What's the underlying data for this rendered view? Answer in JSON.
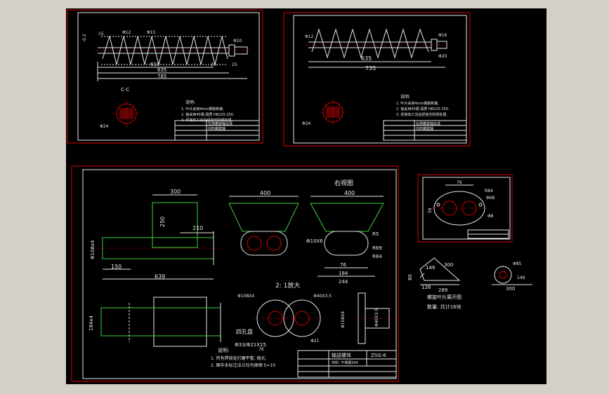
{
  "colors": {
    "background": "#000000",
    "border": "#d80000",
    "line": "#e8e8e8",
    "green": "#3cd23c",
    "chrome": "#d4d0c8"
  },
  "sheet1": {
    "dims": {
      "d1": "610",
      "d2": "635",
      "d3": "785",
      "d4": "15",
      "d5": "Φ12",
      "d6": "Φ15",
      "d7": "20",
      "d8": "25",
      "d9": "Φ10",
      "tol": "-0.2"
    },
    "section": "C-C",
    "section_dim": "Φ24",
    "notes_title": "说明:",
    "notes": [
      "1. 叶片采用4mm钢板制做,",
      "2. 轴采用45钢,调质 HB225-250.",
      "3. 焊接加工完后经抛光防锈处理."
    ],
    "tb_title": "左侧螺旋轴总成",
    "tb_sub": "出料螺旋轴"
  },
  "sheet2": {
    "dims": {
      "d1": "635",
      "d2": "735",
      "d3": "Φ12",
      "d4": "Φ16",
      "d5": "Φ20"
    },
    "section_dim": "Φ24",
    "notes_title": "说明:",
    "notes": [
      "1. 叶片采用4mm钢板制做,",
      "2. 轴采用45钢 调质 HB225-250.",
      "3. 焊接加工完后经抛光防锈处理."
    ],
    "tb_title": "右侧螺旋轴总成",
    "tb_sub": "出料螺旋轴"
  },
  "sheet3": {
    "dims": {
      "w300": "300",
      "h250": "250",
      "w210": "210",
      "d108": "Φ108x4",
      "w150": "150",
      "w639": "639",
      "d184": "184x4",
      "w400a": "400",
      "w400b": "400"
    },
    "side_view": "右视图",
    "side_dims": {
      "d10": "Φ10X6",
      "r5": "R5",
      "r69": "R69",
      "r84": "R84",
      "w76": "76",
      "w184": "184",
      "w244": "244"
    },
    "zoom_label": "2: 1放大",
    "zoom_dims": {
      "d108": "Φ108X4",
      "d40": "Φ40X3.5",
      "d21": "Φ21",
      "d33": "Φ33/Φ21X15",
      "w76": "76"
    },
    "four_label": "四孔盘",
    "flange_dims": {
      "d108": "Φ108X4",
      "d40": "Φ40X3.5"
    },
    "notes_title": "说明:",
    "notes": [
      "1. 所有焊接处打磨平整, 抛光,",
      "2. 图中未标注法兰均为铸钢 S=10"
    ],
    "tb_title": "输送螺体",
    "tb_sub": "材料: 不锈钢304",
    "tb_code": "ZSG-6"
  },
  "sheet4": {
    "dims": {
      "w76": "76",
      "h58": "58",
      "r84": "R84",
      "d68": "Φ68",
      "d8": "Φ8"
    }
  },
  "sheet5": {
    "dims": {
      "r149": "149",
      "w300": "300",
      "w126": "126",
      "w289": "289",
      "h80": "80",
      "w300b": "300",
      "w149b": "149",
      "d85": "Φ85"
    },
    "caption1": "螺旋叶片展开图",
    "caption2": "数量: 共计16块"
  }
}
